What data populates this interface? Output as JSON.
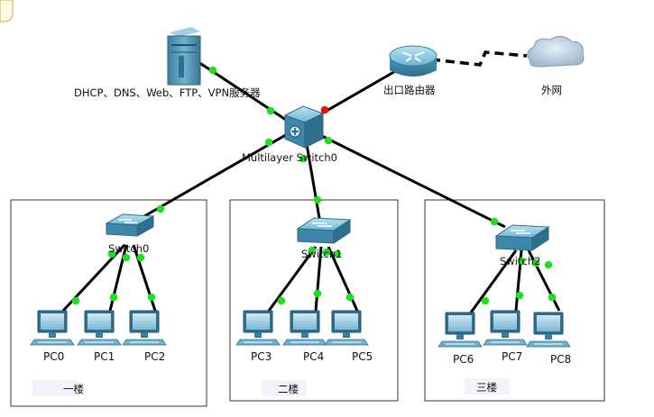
{
  "devices": {
    "server": {
      "label": "DHCP、DNS、Web、FTP、VPN服务器"
    },
    "router": {
      "label": "出口路由器"
    },
    "cloud": {
      "label": "外网"
    },
    "core_switch": {
      "label": "Multilayer Switch0"
    },
    "switches": [
      {
        "label": "Switch0"
      },
      {
        "label": "Switch1"
      },
      {
        "label": "Switch2"
      }
    ],
    "pcs": [
      {
        "label": "PC0"
      },
      {
        "label": "PC1"
      },
      {
        "label": "PC2"
      },
      {
        "label": "PC3"
      },
      {
        "label": "PC4"
      },
      {
        "label": "PC5"
      },
      {
        "label": "PC6"
      },
      {
        "label": "PC7"
      },
      {
        "label": "PC8"
      }
    ]
  },
  "floors": [
    {
      "label": "一楼"
    },
    {
      "label": "二楼"
    },
    {
      "label": "三楼"
    }
  ],
  "colors": {
    "link": "#000000",
    "port_up": "#22dd22",
    "port_down": "#ee1111",
    "device": "#5aa3c4"
  }
}
